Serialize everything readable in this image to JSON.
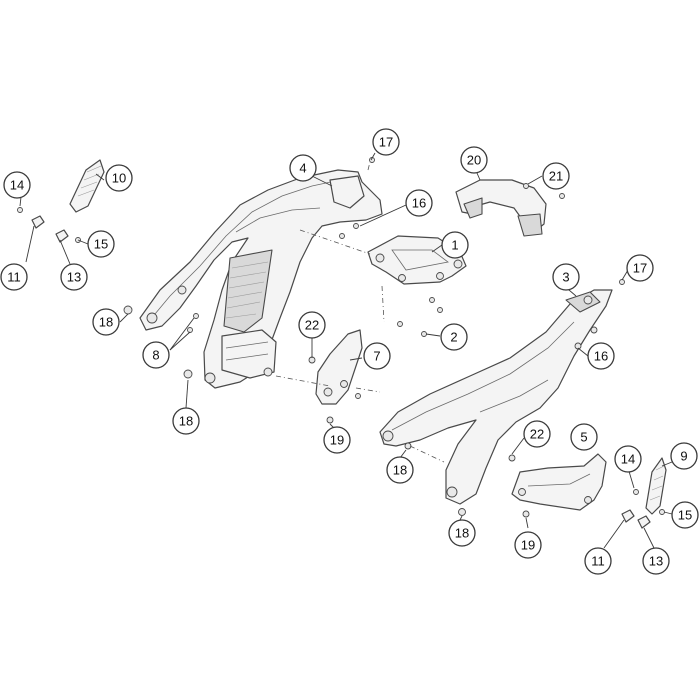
{
  "callouts": [
    {
      "id": "c1",
      "label": "1"
    },
    {
      "id": "c2",
      "label": "2"
    },
    {
      "id": "c3",
      "label": "3"
    },
    {
      "id": "c4",
      "label": "4"
    },
    {
      "id": "c5",
      "label": "5"
    },
    {
      "id": "c7",
      "label": "7"
    },
    {
      "id": "c8",
      "label": "8"
    },
    {
      "id": "c9",
      "label": "9"
    },
    {
      "id": "c10",
      "label": "10"
    },
    {
      "id": "c11a",
      "label": "11"
    },
    {
      "id": "c11b",
      "label": "11"
    },
    {
      "id": "c13a",
      "label": "13"
    },
    {
      "id": "c13b",
      "label": "13"
    },
    {
      "id": "c14a",
      "label": "14"
    },
    {
      "id": "c14b",
      "label": "14"
    },
    {
      "id": "c15a",
      "label": "15"
    },
    {
      "id": "c15b",
      "label": "15"
    },
    {
      "id": "c16a",
      "label": "16"
    },
    {
      "id": "c16b",
      "label": "16"
    },
    {
      "id": "c17a",
      "label": "17"
    },
    {
      "id": "c17b",
      "label": "17"
    },
    {
      "id": "c18a",
      "label": "18"
    },
    {
      "id": "c18b",
      "label": "18"
    },
    {
      "id": "c18c",
      "label": "18"
    },
    {
      "id": "c18d",
      "label": "18"
    },
    {
      "id": "c19a",
      "label": "19"
    },
    {
      "id": "c19b",
      "label": "19"
    },
    {
      "id": "c20",
      "label": "20"
    },
    {
      "id": "c21",
      "label": "21"
    },
    {
      "id": "c22a",
      "label": "22"
    },
    {
      "id": "c22b",
      "label": "22"
    }
  ]
}
